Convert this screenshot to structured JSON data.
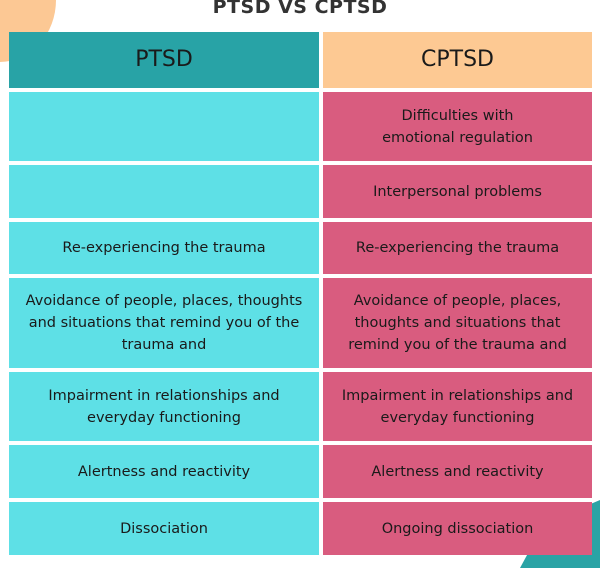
{
  "title": "PTSD VS CPTSD",
  "headers": [
    "PTSD",
    "CPTSD"
  ],
  "rows": [
    {
      "ptsd": "",
      "cptsd": "Difficulties with emotional regulation"
    },
    {
      "ptsd": "",
      "cptsd": "Interpersonal problems"
    },
    {
      "ptsd": "Re-experiencing the trauma",
      "cptsd": "Re-experiencing the trauma"
    },
    {
      "ptsd": "Avoidance of people, places, thoughts and situations that remind you of the trauma and",
      "cptsd": "Avoidance of people, places, thoughts and situations that remind you of the trauma and"
    },
    {
      "ptsd": "Impairment in relationships and everyday functioning",
      "cptsd": "Impairment in relationships and everyday functioning"
    },
    {
      "ptsd": "Alertness and reactivity",
      "cptsd": "Alertness and reactivity"
    },
    {
      "ptsd": "Dissociation",
      "cptsd": "Ongoing dissociation"
    }
  ],
  "colors": {
    "ptsd_header": "#28a3a6",
    "cptsd_header": "#fdc993",
    "ptsd_cell": "#5ee0e6",
    "cptsd_cell": "#d95c7f"
  }
}
